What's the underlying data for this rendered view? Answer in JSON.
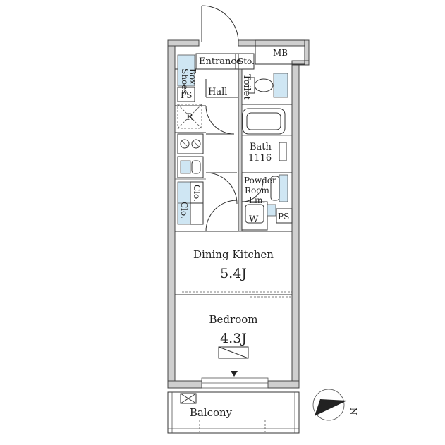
{
  "rooms": {
    "entrance": "Entrance",
    "storage": "Sto.",
    "shoes_box_line1": "Shoes",
    "shoes_box_line2": "Box",
    "meter_box": "MB",
    "hall": "Hall",
    "pipe_space_1": "PS",
    "toilet": "Toilet",
    "refrigerator": "R",
    "bath": "Bath",
    "bath_size": "1116",
    "powder_room_line1": "Powder",
    "powder_room_line2": "Room",
    "linen": "Lin.",
    "washer": "W",
    "pipe_space_2": "PS",
    "closet_1": "Clo.",
    "closet_2": "Clo.",
    "dining_kitchen": "Dining Kitchen",
    "dining_kitchen_size": "5.4J",
    "bedroom": "Bedroom",
    "bedroom_size": "4.3J",
    "balcony": "Balcony"
  },
  "compass": {
    "label": "N"
  },
  "colors": {
    "wall": "#cfcfcf",
    "fixture": "#cfe6f3",
    "line": "#333333"
  }
}
